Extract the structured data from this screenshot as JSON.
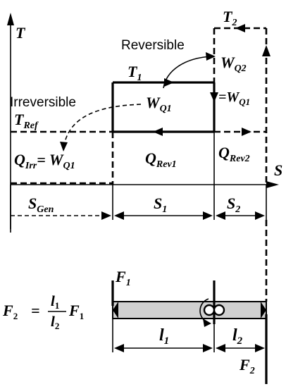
{
  "axes": {
    "temperature": "T",
    "entropy": "S"
  },
  "levels": {
    "t_ref": "T",
    "t_ref_sub": "Ref",
    "t1": "T",
    "t1_sub": "1",
    "t2": "T",
    "t2_sub": "2"
  },
  "annotations": {
    "reversible": "Reversible",
    "irreversible": "Irreversible"
  },
  "work": {
    "wq1_main": "W",
    "wq1_main_sub": "Q1",
    "wq2": "W",
    "wq2_sub": "Q2",
    "eq_wq1_prefix": "=W",
    "eq_wq1_sub": "Q1"
  },
  "heat": {
    "q_irr": "Q",
    "q_irr_sub": "Irr",
    "q_irr_eq": "= W",
    "q_irr_eq_sub": "Q1",
    "q_rev1": "Q",
    "q_rev1_sub": "Rev1",
    "q_rev2": "Q",
    "q_rev2_sub": "Rev2"
  },
  "entropy_spans": {
    "s_gen": "S",
    "s_gen_sub": "Gen",
    "s1": "S",
    "s1_sub": "1",
    "s2": "S",
    "s2_sub": "2"
  },
  "lever": {
    "f1": "F",
    "f1_sub": "1",
    "f2": "F",
    "f2_sub": "2",
    "l1": "l",
    "l1_sub": "1",
    "l2": "l",
    "l2_sub": "2",
    "formula_lhs": "F",
    "formula_lhs_sub": "2",
    "formula_eq": "=",
    "formula_num": "l",
    "formula_num_sub": "1",
    "formula_den": "l",
    "formula_den_sub": "2",
    "formula_rhs": "F",
    "formula_rhs_sub": "1"
  },
  "colors": {
    "ink": "#000000",
    "bar_fill": "#d0d0d0",
    "background": "#ffffff"
  }
}
